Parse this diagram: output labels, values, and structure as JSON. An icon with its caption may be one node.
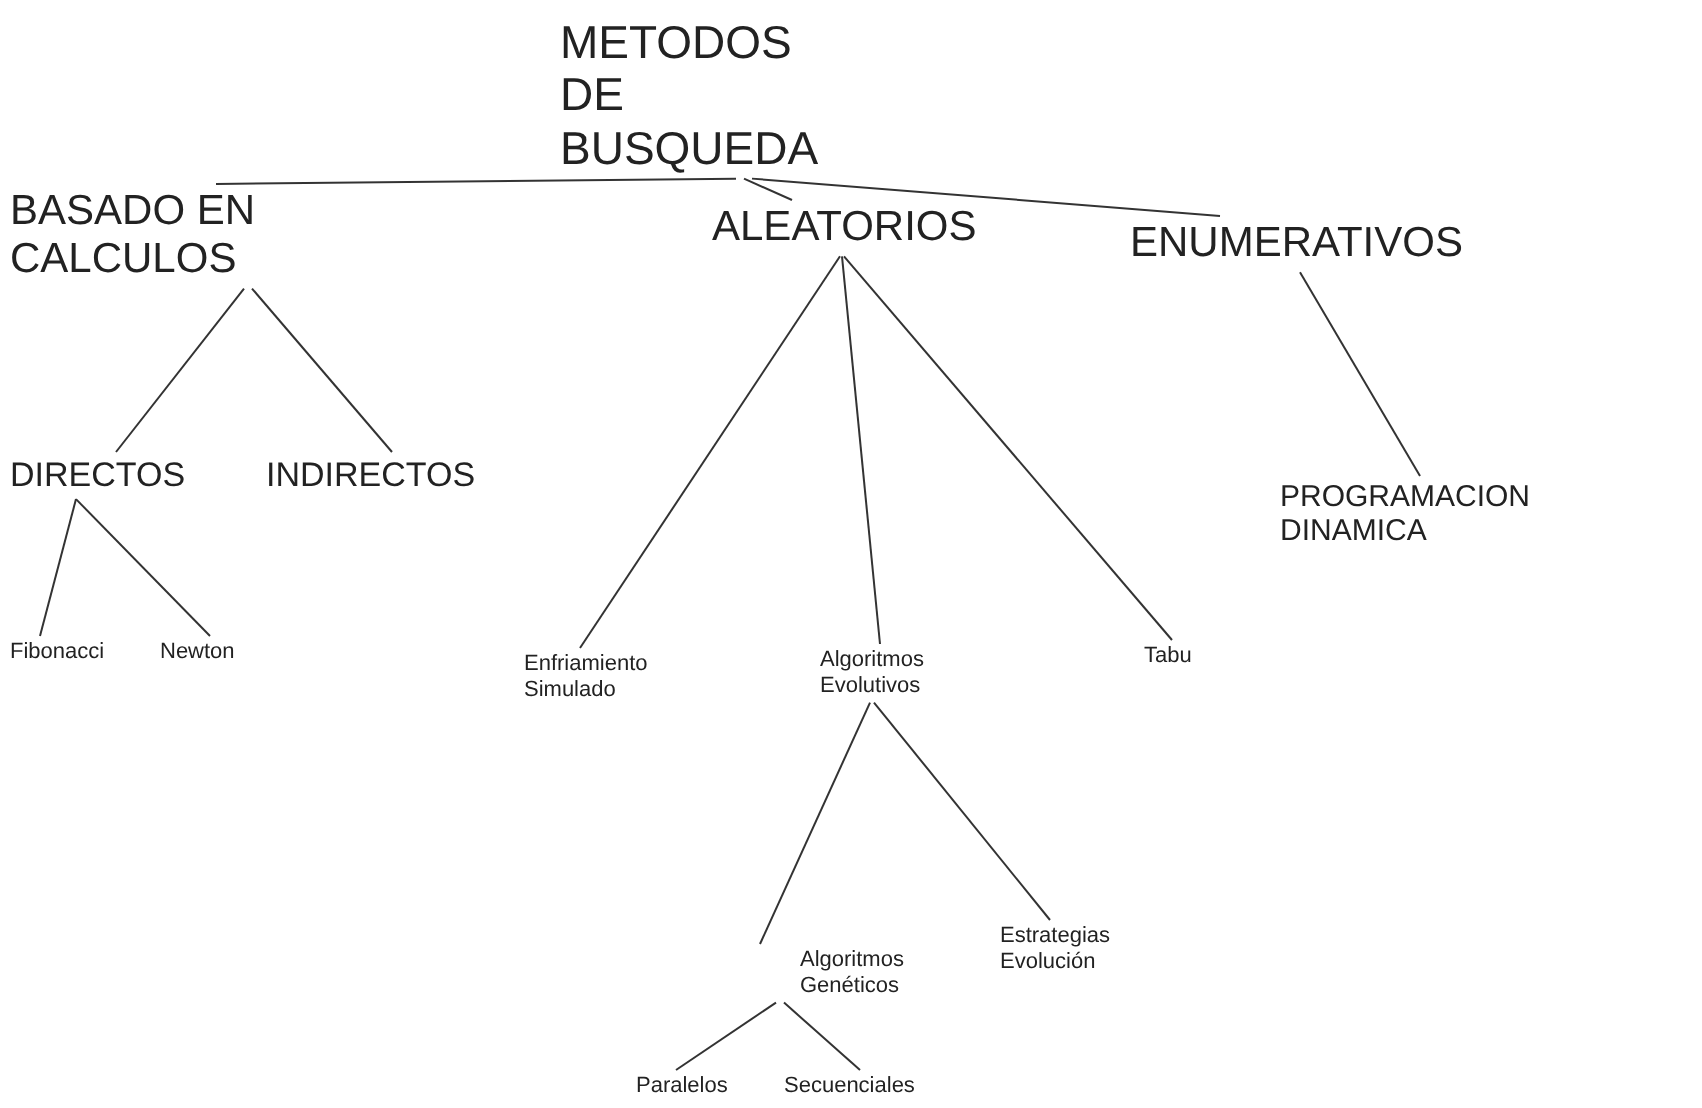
{
  "diagram": {
    "nodes": [
      {
        "text": [
          "METODOS DE BUSQUEDA"
        ]
      },
      {
        "text": [
          "BASADO EN CALCULOS"
        ]
      },
      {
        "text": [
          "ALEATORIOS"
        ]
      },
      {
        "text": [
          "ENUMERATIVOS"
        ]
      },
      {
        "text": [
          "DIRECTOS"
        ]
      },
      {
        "text": [
          "INDIRECTOS"
        ]
      },
      {
        "text": [
          "PROGRAMACION DINAMICA"
        ]
      },
      {
        "text": [
          "Fibonacci"
        ]
      },
      {
        "text": [
          "Newton"
        ]
      },
      {
        "text": [
          "Enfriamiento Simulado"
        ]
      },
      {
        "text": [
          "Algoritmos Evolutivos"
        ]
      },
      {
        "text": [
          "Tabu"
        ]
      },
      {
        "text": [
          "Algoritmos Genéticos"
        ]
      },
      {
        "text": [
          "Estrategias Evolución"
        ]
      },
      {
        "text": [
          "Paralelos"
        ]
      },
      {
        "text": [
          "Secuenciales"
        ]
      }
    ],
    "edges": [
      {
        "from": 0,
        "to": 1,
        "arrow": "none"
      },
      {
        "from": 0,
        "to": 2,
        "arrow": "none"
      },
      {
        "from": 0,
        "to": 3,
        "arrow": "none"
      },
      {
        "from": 1,
        "to": 4,
        "arrow": "none"
      },
      {
        "from": 1,
        "to": 5,
        "arrow": "none"
      },
      {
        "from": 2,
        "to": 9,
        "arrow": "none"
      },
      {
        "from": 2,
        "to": 10,
        "arrow": "none"
      },
      {
        "from": 2,
        "to": 11,
        "arrow": "none"
      },
      {
        "from": 3,
        "to": 6,
        "arrow": "none"
      },
      {
        "from": 4,
        "to": 7,
        "arrow": "none"
      },
      {
        "from": 4,
        "to": 8,
        "arrow": "none"
      },
      {
        "from": 10,
        "to": 12,
        "arrow": "none"
      },
      {
        "from": 10,
        "to": 13,
        "arrow": "none"
      },
      {
        "from": 12,
        "to": 14,
        "arrow": "none"
      },
      {
        "from": 12,
        "to": 15,
        "arrow": "none"
      }
    ]
  }
}
